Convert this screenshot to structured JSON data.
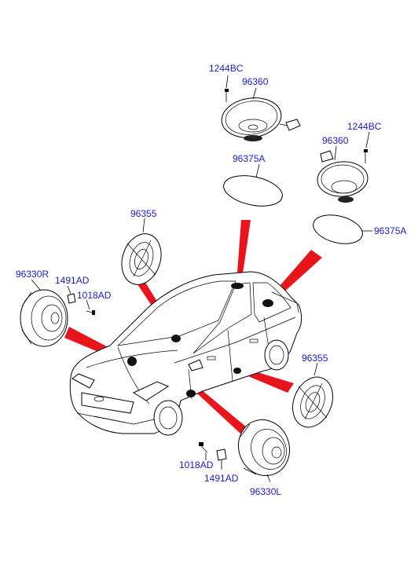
{
  "callouts": {
    "screw_top": "1244BC",
    "speaker_top": "96360",
    "screw_right": "1244BC",
    "speaker_right": "96360",
    "cover_top": "96375A",
    "cover_right": "96375A",
    "bracket_left": "96355",
    "bracket_right": "96355",
    "speaker_front_left": "96330R",
    "clip_left": "1491AD",
    "screw_left": "1018AD",
    "screw_bottom": "1018AD",
    "clip_bottom": "1491AD",
    "speaker_front_right": "96330L"
  },
  "colors": {
    "label": "#1a1acc",
    "pointer": "#e8161c",
    "line": "#000000"
  }
}
